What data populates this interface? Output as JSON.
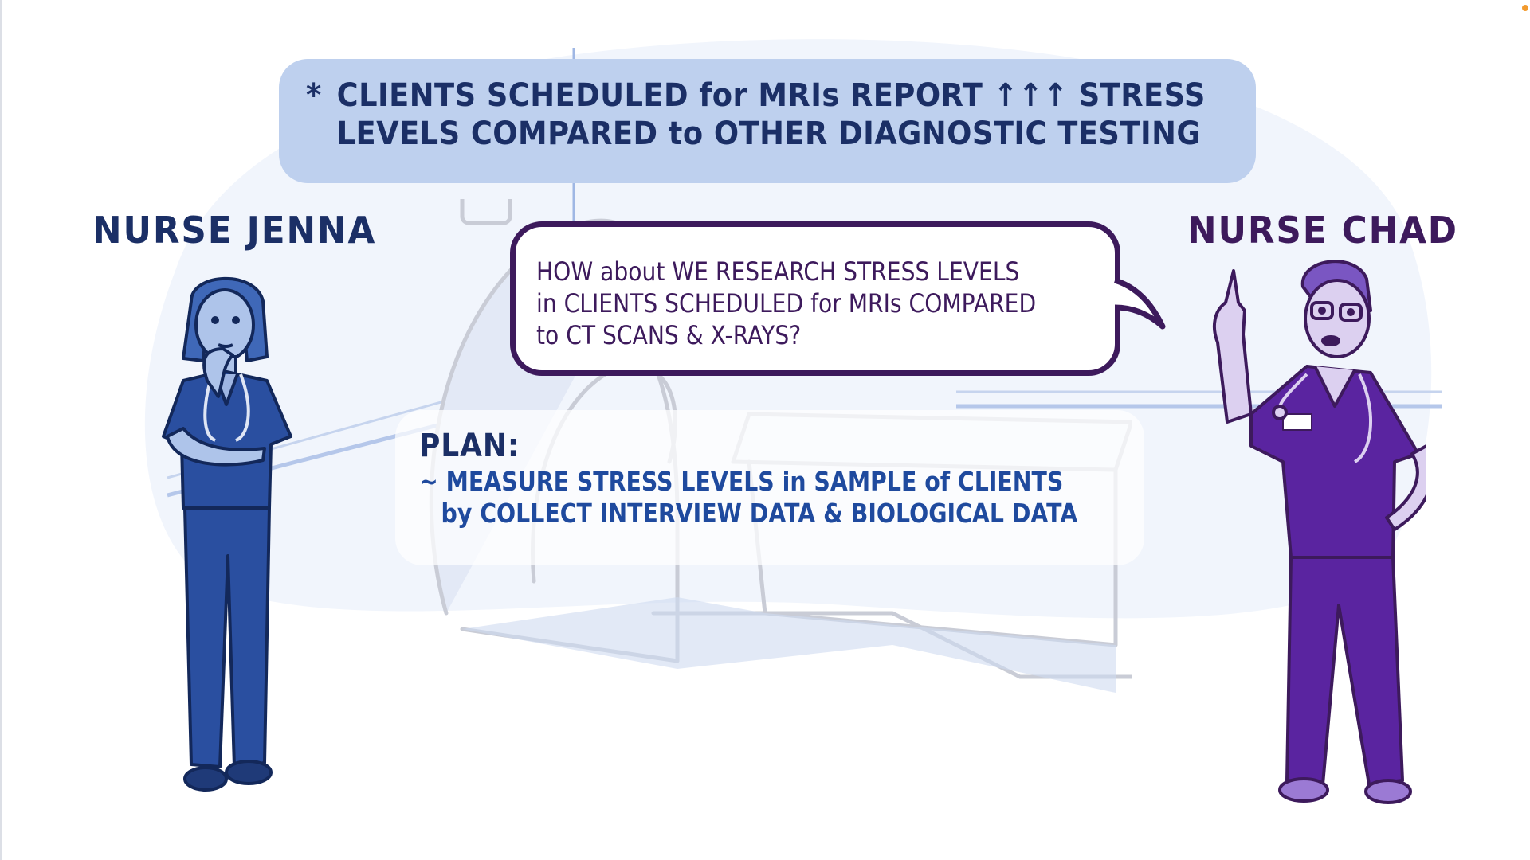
{
  "banner": {
    "bullet": "*",
    "lines": [
      "CLIENTS SCHEDULED for MRIs REPORT ↑↑↑ STRESS",
      "LEVELS COMPARED to OTHER DIAGNOSTIC TESTING"
    ]
  },
  "characters": {
    "left": {
      "name": "NURSE JENNA",
      "scrubs_color": "#2a4fa0"
    },
    "right": {
      "name": "NURSE CHAD",
      "scrubs_color": "#5a24a0"
    }
  },
  "speech_bubble": {
    "speaker": "NURSE CHAD",
    "lines": [
      "HOW about WE RESEARCH STRESS LEVELS",
      "in CLIENTS SCHEDULED for MRIs COMPARED",
      "to CT SCANS & X-RAYS?"
    ]
  },
  "plan": {
    "title": "PLAN:",
    "lines": [
      "~ MEASURE STRESS LEVELS in SAMPLE of CLIENTS",
      "by COLLECT INTERVIEW DATA & BIOLOGICAL DATA"
    ]
  },
  "colors": {
    "banner_bg": "#bed0ee",
    "navy_text": "#1b2f66",
    "purple_text": "#3d1a5c",
    "plan_text": "#1f4a9e",
    "background_blob": "#eef3fb"
  }
}
